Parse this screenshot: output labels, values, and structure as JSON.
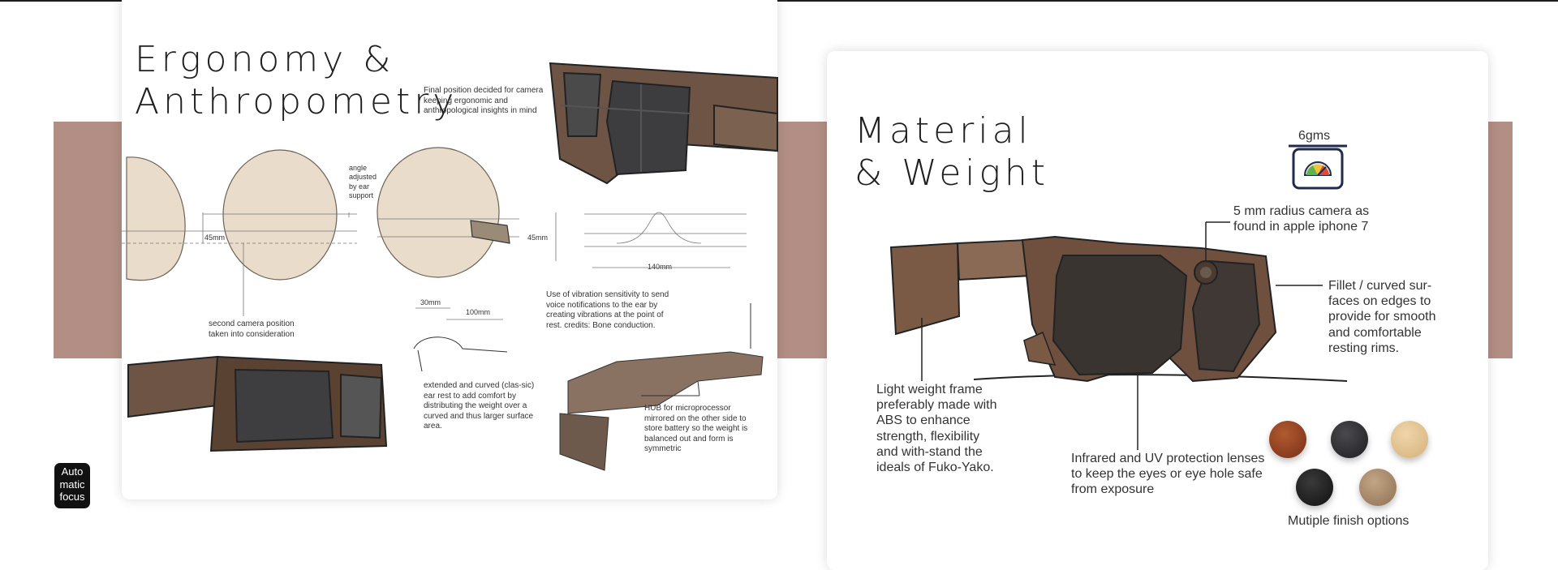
{
  "left_panel": {
    "title_line1": "Ergonomy &",
    "title_line2": "Anthropometry",
    "notes": {
      "final_position": "Final position decided for camera keeping ergonomic and anthropological insights in mind",
      "angle_adjusted": "angle adjusted by ear support",
      "second_camera": "second camera position taken into consideration",
      "vibration": "Use of vibration sensitivity to send voice notifications to the ear by creating vibrations at the point of rest. credits: Bone conduction.",
      "ear_rest": "extended and curved (clas-sic) ear rest to add comfort by distributing the weight over a curved and thus larger surface area.",
      "hub": "HUB for microprocessor mirrored on the other side to store battery so the weight is balanced out and form is symmetric"
    },
    "dimensions": {
      "d45a": "45mm",
      "d45b": "45mm",
      "d140": "140mm",
      "d30": "30mm",
      "d100": "100mm"
    },
    "badge": [
      "Auto",
      "matic",
      "focus"
    ]
  },
  "right_panel": {
    "title_line1": "Material",
    "title_line2": "& Weight",
    "weight_label": "6gms",
    "notes": {
      "camera": "5 mm radius camera as found in apple iphone 7",
      "fillet": "Fillet / curved sur-faces on edges to provide for smooth and comfortable resting rims.",
      "light_weight": "Light weight frame preferably made with ABS to enhance strength, flexibility and with-stand the ideals of Fuko-Yako.",
      "infrared": "Infrared and UV protection lenses to keep the eyes or eye hole safe from exposure"
    },
    "finish_label": "Mutiple finish options",
    "finish_colors": [
      "#8a3a1f",
      "#2a2a2c",
      "#e2c598",
      "#1c1c1c",
      "#a88a6a"
    ]
  },
  "colors": {
    "band": "#b28e84",
    "frame": "#6b4a36",
    "lens": "#3a3430"
  }
}
